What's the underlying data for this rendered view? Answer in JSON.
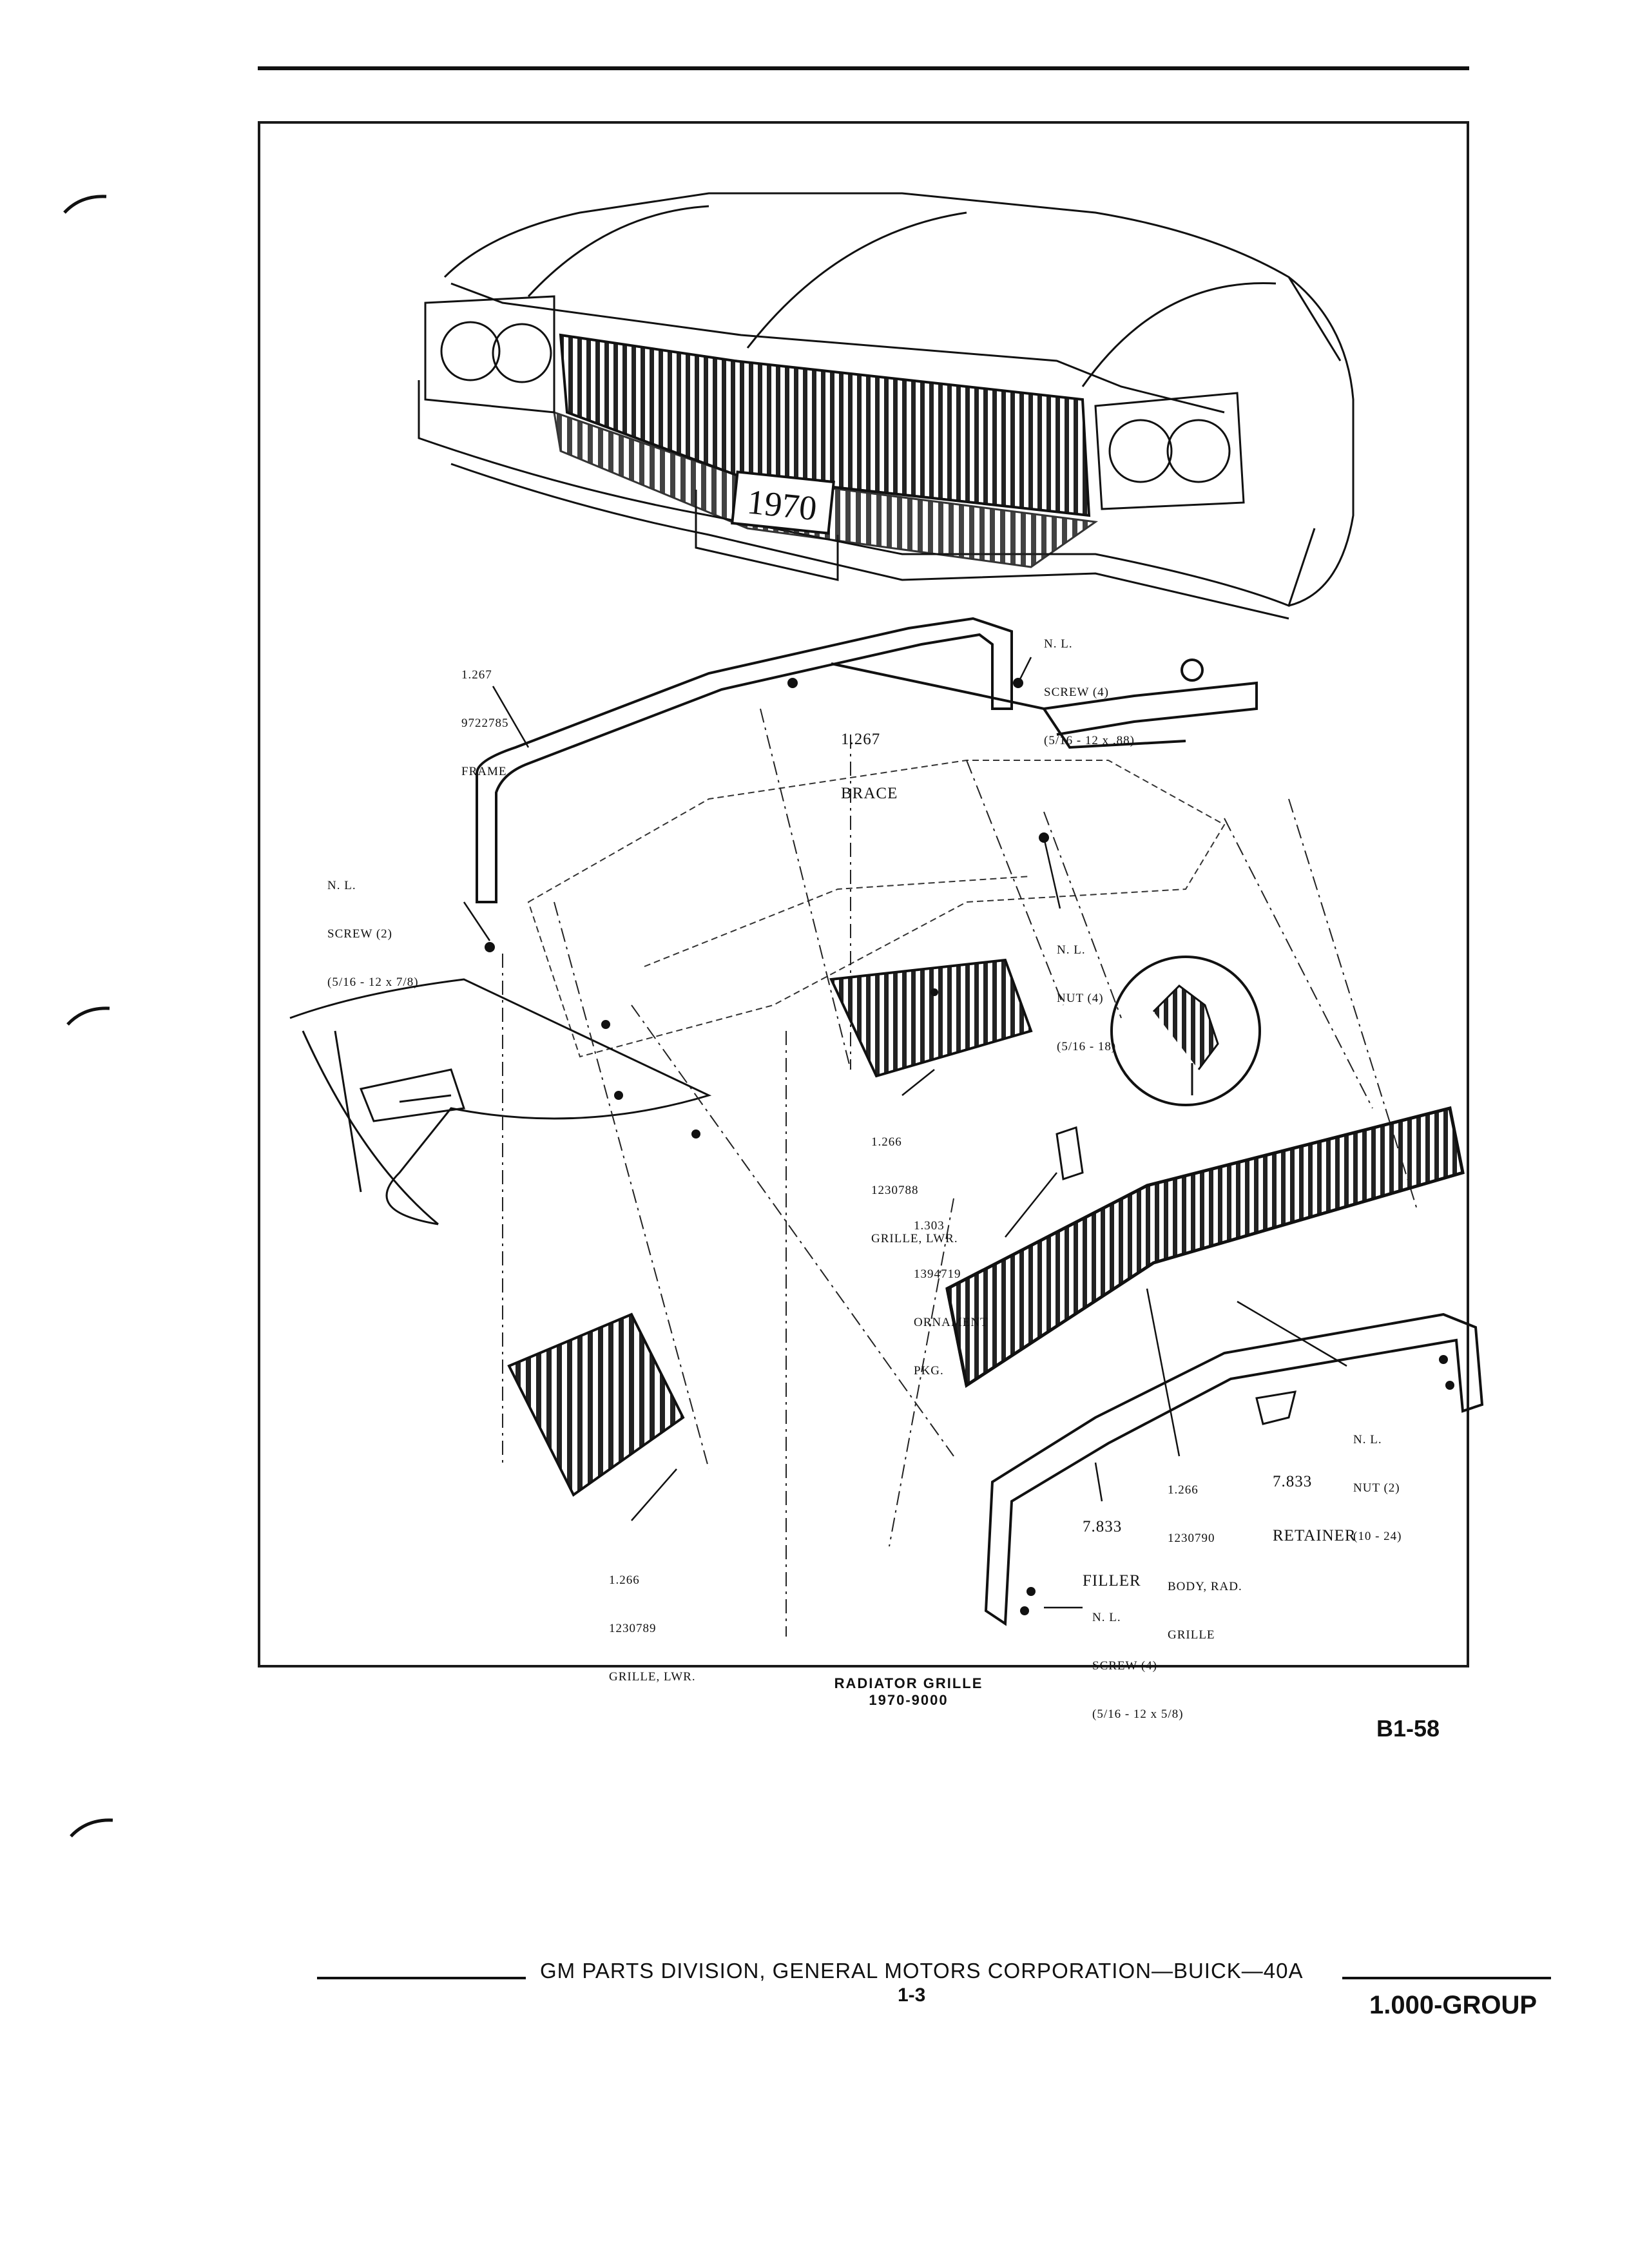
{
  "callouts": {
    "frame": [
      "1.267",
      "9722785",
      "FRAME"
    ],
    "screw_top": [
      "N. L.",
      "SCREW (4)",
      "(5/16 - 12 x .88)"
    ],
    "brace": [
      "1.267",
      "BRACE"
    ],
    "screw_left": [
      "N. L.",
      "SCREW (2)",
      "(5/16 - 12 x 7/8)"
    ],
    "nut_center": [
      "N. L.",
      "NUT (4)",
      "(5/16 - 18)"
    ],
    "grille_lwr_upper": [
      "1.266",
      "1230788",
      "GRILLE, LWR."
    ],
    "ornament": [
      "1.303",
      "1394719",
      "ORNAMENT",
      "PKG."
    ],
    "nut_right": [
      "N. L.",
      "NUT (2)",
      "(10 - 24)"
    ],
    "retainer": [
      "7.833",
      "RETAINER"
    ],
    "body_grille": [
      "1.266",
      "1230790",
      "BODY, RAD.",
      "GRILLE"
    ],
    "filler": [
      "7.833",
      "FILLER"
    ],
    "grille_lwr_lower": [
      "1.266",
      "1230789",
      "GRILLE, LWR."
    ],
    "screw_bottom": [
      "N. L.",
      "SCREW (4)",
      "(5/16 - 12 x 5/8)"
    ]
  },
  "plate_text": "1970",
  "caption": {
    "title": "RADIATOR GRILLE",
    "code": "1970-9000"
  },
  "page_ref": "B1-58",
  "footer": {
    "text": "GM PARTS DIVISION, GENERAL MOTORS CORPORATION—BUICK—40A",
    "page": "1-3",
    "group": "1.000-GROUP"
  },
  "icons": [
    "binder-hole-mark",
    "grille-bar-pattern",
    "fastener-detail-circle"
  ]
}
